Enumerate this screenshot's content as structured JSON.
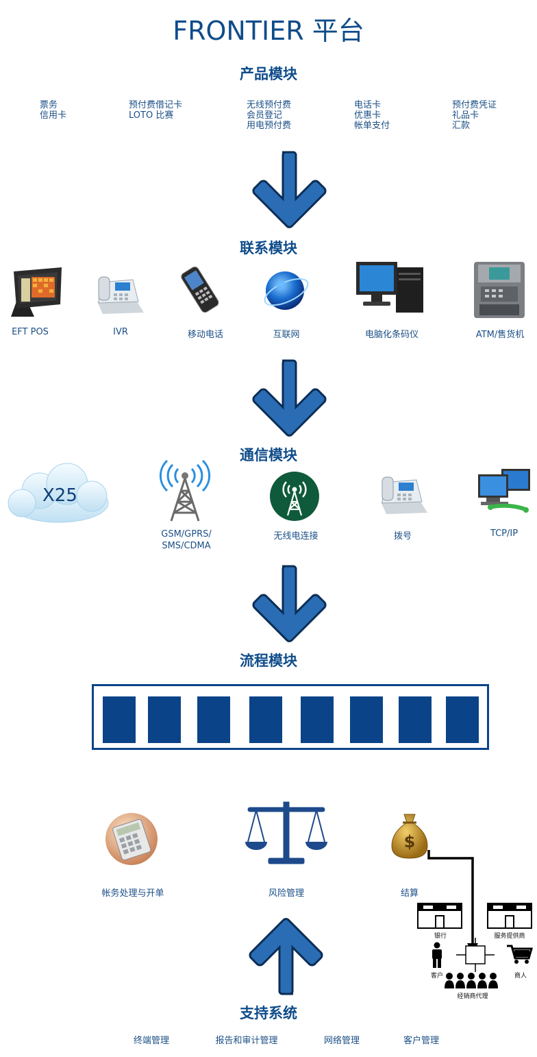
{
  "title": "FRONTIER 平台",
  "sections": {
    "product": "产品模块",
    "contact": "联系模块",
    "comm": "通信模块",
    "process": "流程模块",
    "support": "支持系统"
  },
  "products": [
    [
      "票务",
      "信用卡"
    ],
    [
      "预付费借记卡",
      "LOTO 比赛"
    ],
    [
      "无线预付费",
      "会员登记",
      "用电预付费"
    ],
    [
      "电话卡",
      "优惠卡",
      "帐单支付"
    ],
    [
      "预付费凭证",
      "礼品卡",
      "汇款"
    ]
  ],
  "contact_items": [
    "EFT POS",
    "IVR",
    "移动电话",
    "互联网",
    "电脑化条码仪",
    "ATM/售货机"
  ],
  "comm_items": {
    "cloud": "X25",
    "gsm_line1": "GSM/GPRS/",
    "gsm_line2": "SMS/CDMA",
    "radio": "无线电连接",
    "dial": "拨号",
    "tcp": "TCP/IP"
  },
  "process_blocks": 8,
  "bottom_items": [
    "帐务处理与开单",
    "风险管理",
    "结算"
  ],
  "settlement_parties": {
    "bank": "银行",
    "provider": "服务提供商",
    "customer": "客户",
    "merchant": "商人",
    "agents": "经销商代理"
  },
  "support_items": [
    "终端管理",
    "报告和审计管理",
    "网络管理",
    "客户管理"
  ],
  "colors": {
    "brand": "#0f4c8a",
    "arrow": "#2a6db5",
    "block": "#0a4388"
  }
}
